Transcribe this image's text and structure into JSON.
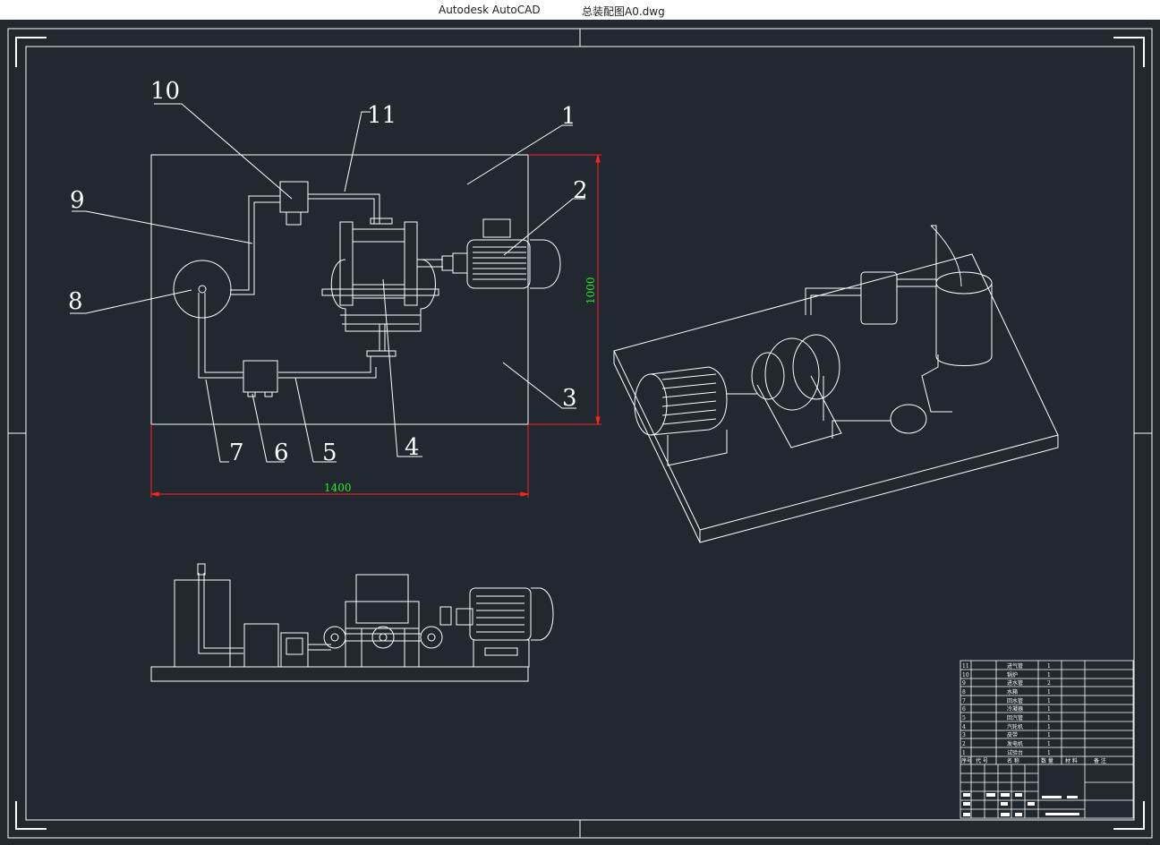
{
  "window": {
    "app_title": "Autodesk AutoCAD",
    "file_name": "总装配图A0.dwg"
  },
  "colors": {
    "background": "#212830",
    "line": "#ffffff",
    "dimension": "#ff2020",
    "dimension_text": "#22ee22"
  },
  "top_view": {
    "callouts": [
      "1",
      "2",
      "3",
      "4",
      "5",
      "6",
      "7",
      "8",
      "9",
      "10",
      "11"
    ],
    "dim_width": "1400",
    "dim_height": "1000"
  },
  "parts_list": {
    "rows": [
      {
        "no": "11",
        "name": "进气管",
        "qty": "1"
      },
      {
        "no": "10",
        "name": "锅炉",
        "qty": "1"
      },
      {
        "no": "9",
        "name": "进水管",
        "qty": "2"
      },
      {
        "no": "8",
        "name": "水箱",
        "qty": "1"
      },
      {
        "no": "7",
        "name": "回水管",
        "qty": "1"
      },
      {
        "no": "6",
        "name": "冷凝器",
        "qty": "1"
      },
      {
        "no": "5",
        "name": "回汽管",
        "qty": "1"
      },
      {
        "no": "4",
        "name": "汽轮机",
        "qty": "1"
      },
      {
        "no": "3",
        "name": "皮带",
        "qty": "1"
      },
      {
        "no": "2",
        "name": "发电机",
        "qty": "1"
      },
      {
        "no": "1",
        "name": "试验台",
        "qty": "1"
      }
    ],
    "header": {
      "no": "序号",
      "code": "代 号",
      "name": "名 称",
      "qty": "数 量",
      "material": "材 料",
      "note": "备 注"
    }
  }
}
